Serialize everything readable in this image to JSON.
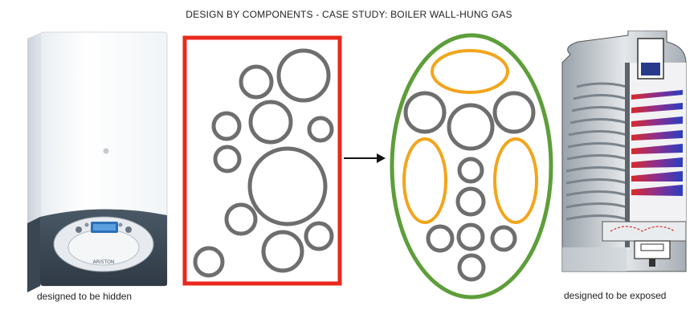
{
  "title": "DESIGN BY COMPONENTS - CASE STUDY: BOILER WALL-HUNG GAS",
  "left_caption": "designed to be hidden",
  "right_caption": "designed to be exposed",
  "boiler_brand_text": "ARISTON",
  "colors": {
    "circle_gray": "#6e6e6e",
    "red_frame": "#e8291c",
    "green_frame": "#5d9e3a",
    "orange_group": "#f2a51c",
    "arrow": "#111111"
  }
}
